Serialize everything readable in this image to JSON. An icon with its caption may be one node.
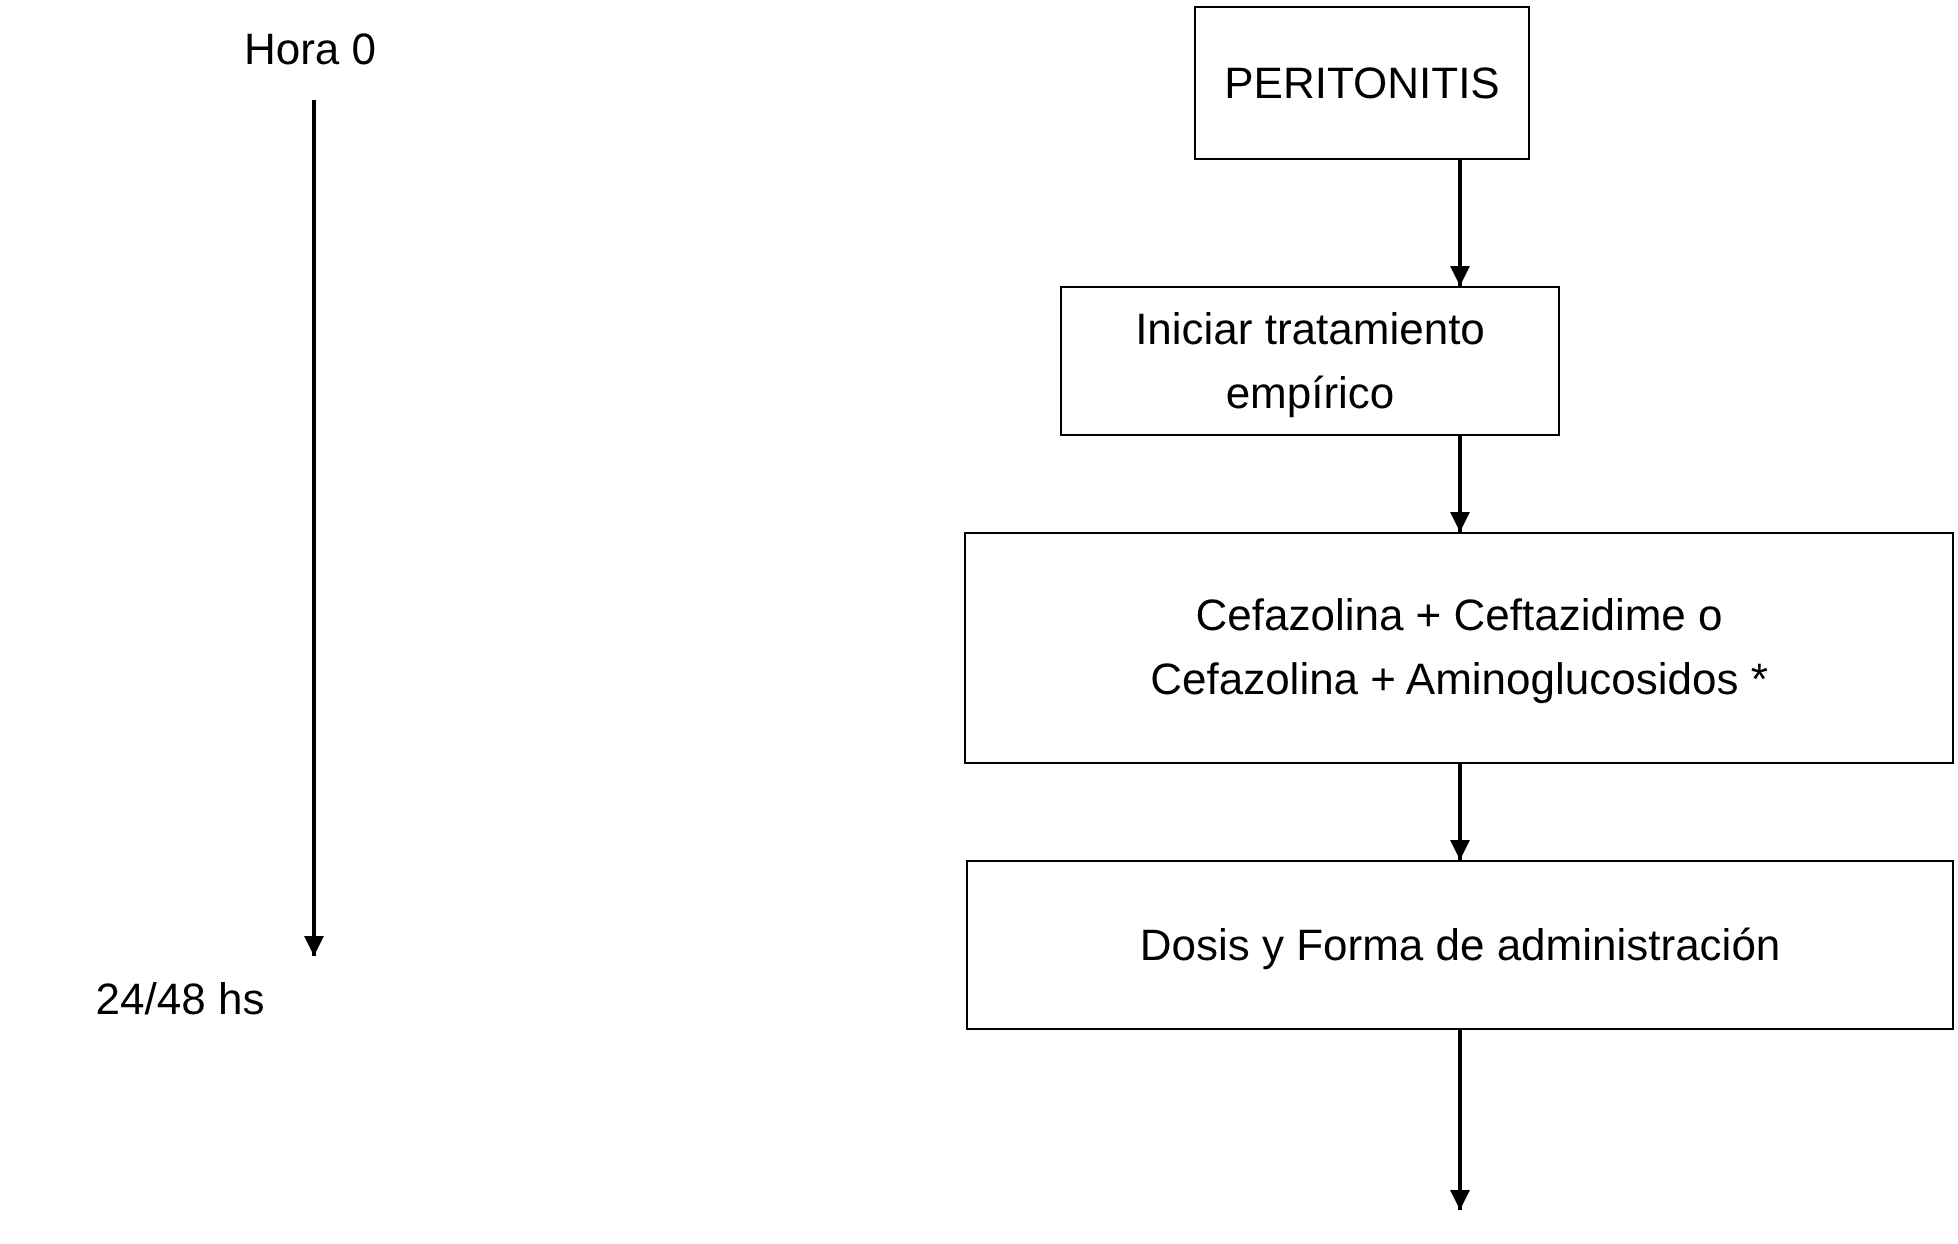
{
  "diagram": {
    "nodes": [
      {
        "text": [
          "Hora 0"
        ]
      },
      {
        "text": [
          "24/48 hs"
        ]
      },
      {
        "text": [
          "PERITONITIS"
        ]
      },
      {
        "text": [
          "Iniciar tratamiento empírico"
        ]
      },
      {
        "text": [
          "Cefazolina + Ceftazidime o Cefazolina + Aminoglucosidos *"
        ]
      },
      {
        "text": [
          "Dosis y Forma de administración"
        ]
      }
    ],
    "edges": [
      {
        "from": 0,
        "to": 1,
        "arrow": "to"
      },
      {
        "from": 2,
        "to": 3,
        "arrow": "to"
      },
      {
        "from": 3,
        "to": 4,
        "arrow": "to"
      },
      {
        "from": 4,
        "to": 5,
        "arrow": "to"
      },
      {
        "from": 5,
        "to": null,
        "arrow": "to"
      }
    ]
  }
}
